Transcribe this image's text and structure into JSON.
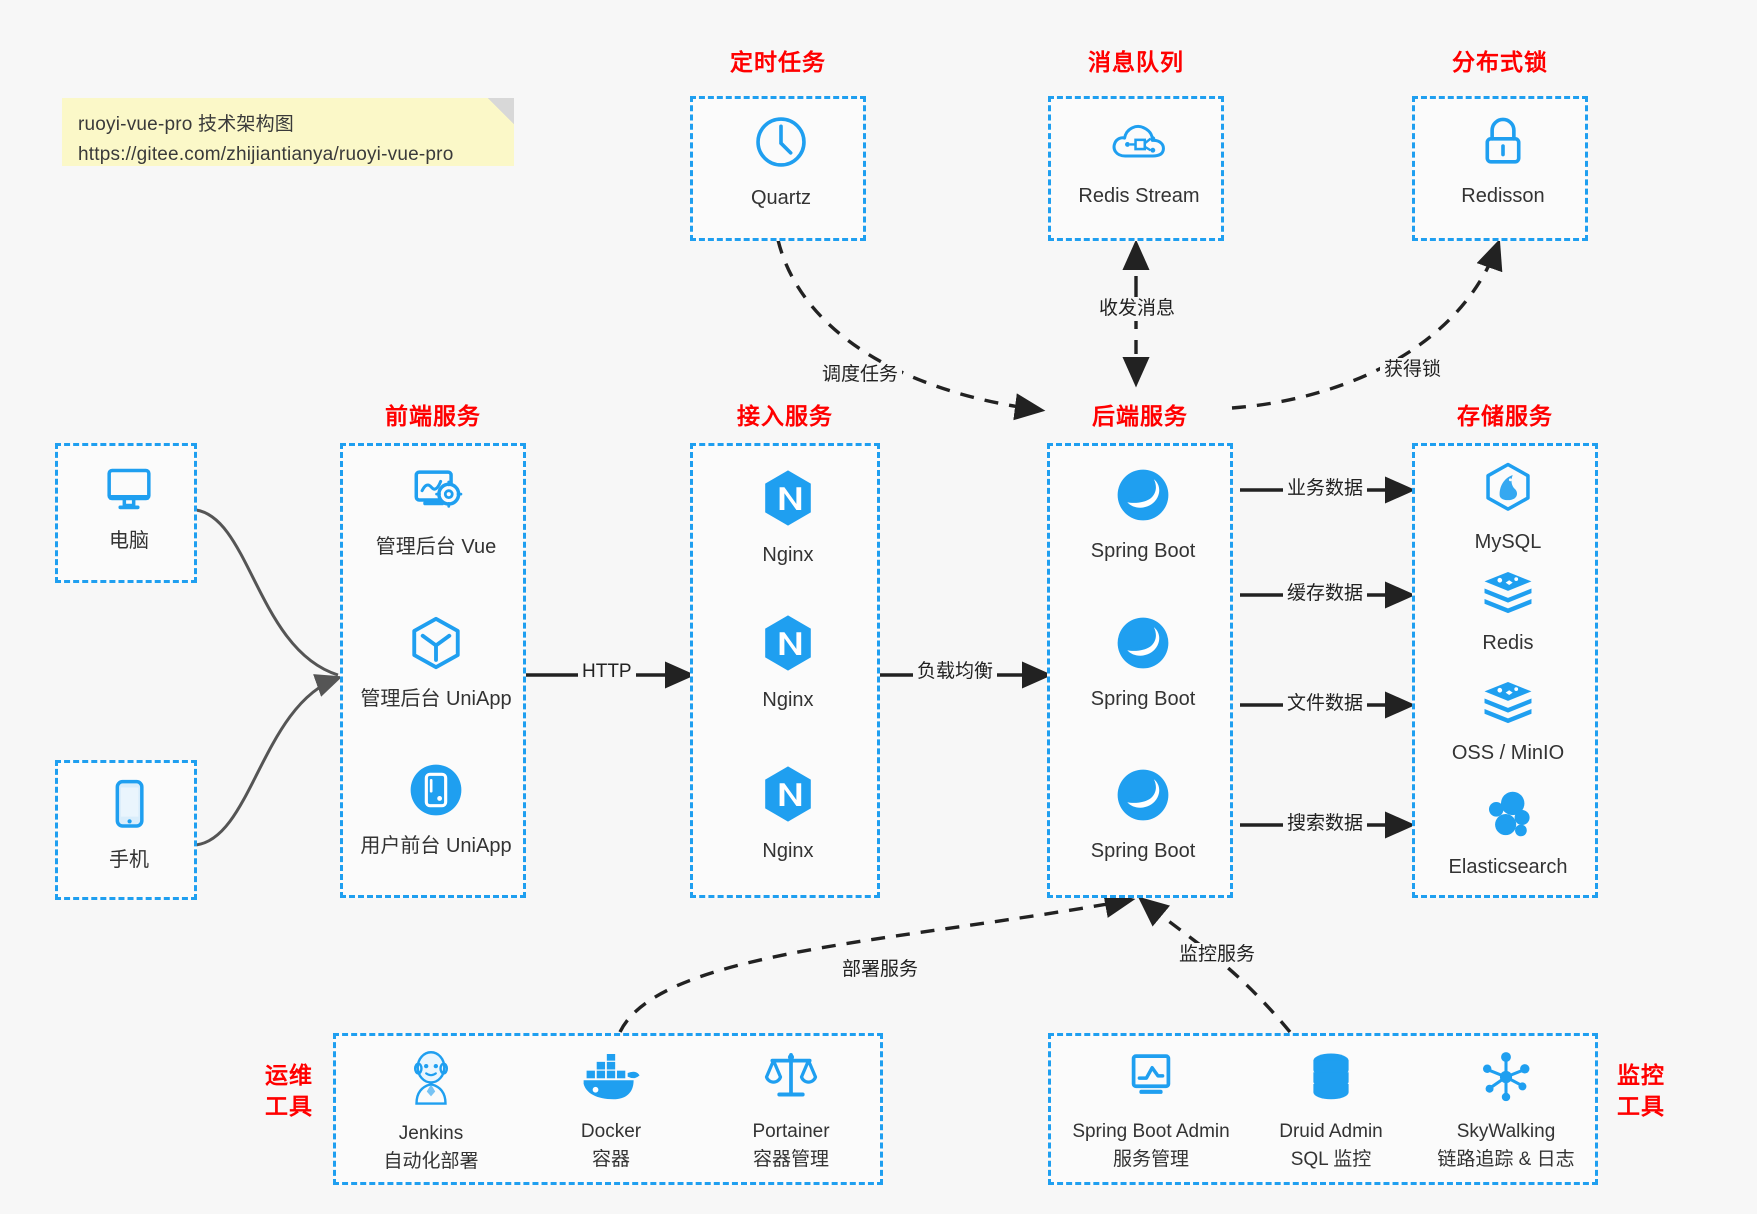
{
  "note": {
    "line1": "ruoyi-vue-pro 技术架构图",
    "line2": "https://gitee.com/zhijiantianya/ruoyi-vue-pro"
  },
  "colors": {
    "accent": "#1f9ff0",
    "title": "#ff0000",
    "text": "#333333",
    "background": "#f7f7f7",
    "note_bg": "#fbf8c8",
    "edge": "#222222"
  },
  "groups": {
    "scheduler": {
      "title": "定时任务"
    },
    "mq": {
      "title": "消息队列"
    },
    "lock": {
      "title": "分布式锁"
    },
    "frontend": {
      "title": "前端服务"
    },
    "gateway": {
      "title": "接入服务"
    },
    "backend": {
      "title": "后端服务"
    },
    "storage": {
      "title": "存储服务"
    },
    "devops": {
      "title": "运维\n工具",
      "title_l1": "运维",
      "title_l2": "工具"
    },
    "monitor": {
      "title": "监控\n工具",
      "title_l1": "监控",
      "title_l2": "工具"
    }
  },
  "nodes": {
    "quartz": {
      "label": "Quartz",
      "icon": "clock-icon"
    },
    "redis_stream": {
      "label": "Redis Stream",
      "icon": "cloud-network-icon"
    },
    "redisson": {
      "label": "Redisson",
      "icon": "padlock-icon"
    },
    "pc": {
      "label": "电脑",
      "icon": "monitor-icon"
    },
    "mobile": {
      "label": "手机",
      "icon": "smartphone-icon"
    },
    "admin_vue": {
      "label": "管理后台 Vue",
      "icon": "dashboard-gear-icon"
    },
    "admin_uniapp": {
      "label": "管理后台 UniApp",
      "icon": "hexagon-cube-icon"
    },
    "user_uniapp": {
      "label": "用户前台 UniApp",
      "icon": "mobile-circle-icon"
    },
    "nginx1": {
      "label": "Nginx",
      "icon": "nginx-icon"
    },
    "nginx2": {
      "label": "Nginx",
      "icon": "nginx-icon"
    },
    "nginx3": {
      "label": "Nginx",
      "icon": "nginx-icon"
    },
    "springboot1": {
      "label": "Spring Boot",
      "icon": "spring-boot-icon"
    },
    "springboot2": {
      "label": "Spring Boot",
      "icon": "spring-boot-icon"
    },
    "springboot3": {
      "label": "Spring Boot",
      "icon": "spring-boot-icon"
    },
    "mysql": {
      "label": "MySQL",
      "icon": "mysql-icon"
    },
    "redis": {
      "label": "Redis",
      "icon": "redis-icon"
    },
    "oss": {
      "label": "OSS / MinIO",
      "icon": "redis-icon"
    },
    "elasticsearch": {
      "label": "Elasticsearch",
      "icon": "elasticsearch-icon"
    },
    "jenkins": {
      "label": "Jenkins",
      "sub": "自动化部署",
      "icon": "jenkins-icon"
    },
    "docker": {
      "label": "Docker",
      "sub": "容器",
      "icon": "docker-icon"
    },
    "portainer": {
      "label": "Portainer",
      "sub": "容器管理",
      "icon": "scales-icon"
    },
    "sba": {
      "label": "Spring Boot Admin",
      "sub": "服务管理",
      "icon": "monitor-chart-icon"
    },
    "druid": {
      "label": "Druid Admin",
      "sub": "SQL 监控",
      "icon": "database-icon"
    },
    "skywalking": {
      "label": "SkyWalking",
      "sub": "链路追踪 & 日志",
      "icon": "node-graph-icon"
    }
  },
  "edges": {
    "http": "HTTP",
    "load_balance": "负载均衡",
    "schedule_task": "调度任务",
    "send_receive_message": "收发消息",
    "acquire_lock": "获得锁",
    "business_data": "业务数据",
    "cache_data": "缓存数据",
    "file_data": "文件数据",
    "search_data": "搜索数据",
    "deploy_service": "部署服务",
    "monitor_service": "监控服务"
  }
}
